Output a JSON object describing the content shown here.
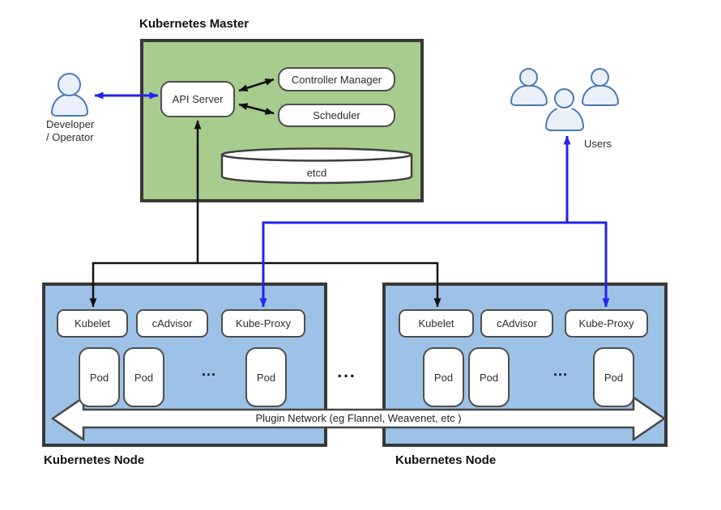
{
  "master": {
    "title": "Kubernetes Master",
    "api_server": "API Server",
    "controller_manager": "Controller Manager",
    "scheduler": "Scheduler",
    "etcd": "etcd"
  },
  "actors": {
    "developer_label_line1": "Developer",
    "developer_label_line2": "/ Operator",
    "users_label": "Users"
  },
  "nodes": [
    {
      "title": "Kubernetes Node",
      "components": [
        "Kubelet",
        "cAdvisor",
        "Kube-Proxy"
      ],
      "pods": [
        "Pod",
        "Pod",
        "Pod"
      ],
      "pods_ellipsis": "..."
    },
    {
      "title": "Kubernetes Node",
      "components": [
        "Kubelet",
        "cAdvisor",
        "Kube-Proxy"
      ],
      "pods": [
        "Pod",
        "Pod",
        "Pod"
      ],
      "pods_ellipsis": "..."
    }
  ],
  "gap_ellipsis": "...",
  "plugin_network": {
    "label": "Plugin Network (eg Flannel, Weavenet, etc )"
  },
  "colors": {
    "master_fill": "#a7cc8e",
    "node_fill": "#9dc2e7",
    "outer_border": "#383838",
    "box_border": "#4f4f4f",
    "arrow_black": "#111111",
    "arrow_blue": "#2222ee",
    "person_fill": "#eaf0f9",
    "person_stroke": "#4a7ab5"
  }
}
